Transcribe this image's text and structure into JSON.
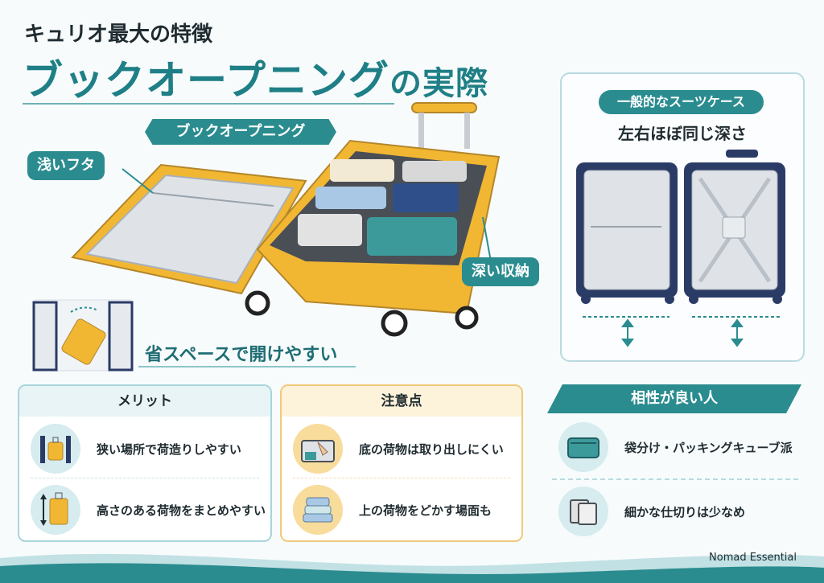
{
  "header": {
    "subtitle": "キュリオ最大の特徴",
    "title_main": "ブックオープニング",
    "title_suffix": "の実際"
  },
  "illustration": {
    "book_banner": "ブックオープニング",
    "shallow_lid_label": "浅いフタ",
    "deep_storage_label": "深い収納",
    "space_caption": "省スペースで開けやすい"
  },
  "comparison": {
    "badge": "一般的なスーツケース",
    "caption": "左右ほぼ同じ深さ"
  },
  "merits": {
    "heading": "メリット",
    "items": [
      {
        "text": "狭い場所で荷造りしやすい",
        "icon": "suitcase-between-walls-icon"
      },
      {
        "text": "高さのある荷物をまとめやすい",
        "icon": "tall-suitcase-icon"
      }
    ]
  },
  "cautions": {
    "heading": "注意点",
    "items": [
      {
        "text": "底の荷物は取り出しにくい",
        "icon": "hand-reaching-icon"
      },
      {
        "text": "上の荷物をどかす場面も",
        "icon": "stacked-clothes-icon"
      }
    ]
  },
  "compatible": {
    "heading": "相性が良い人",
    "items": [
      {
        "text": "袋分け・パッキングキューブ派",
        "icon": "packing-cube-icon"
      },
      {
        "text": "細かな仕切りは少なめ",
        "icon": "divider-pouch-icon"
      }
    ]
  },
  "footer": {
    "brand": "Nomad Essential"
  },
  "colors": {
    "teal": "#2b8c8f",
    "suitcase_yellow": "#f2b732",
    "navy": "#2a3b66",
    "caution_border": "#f1c97a"
  }
}
